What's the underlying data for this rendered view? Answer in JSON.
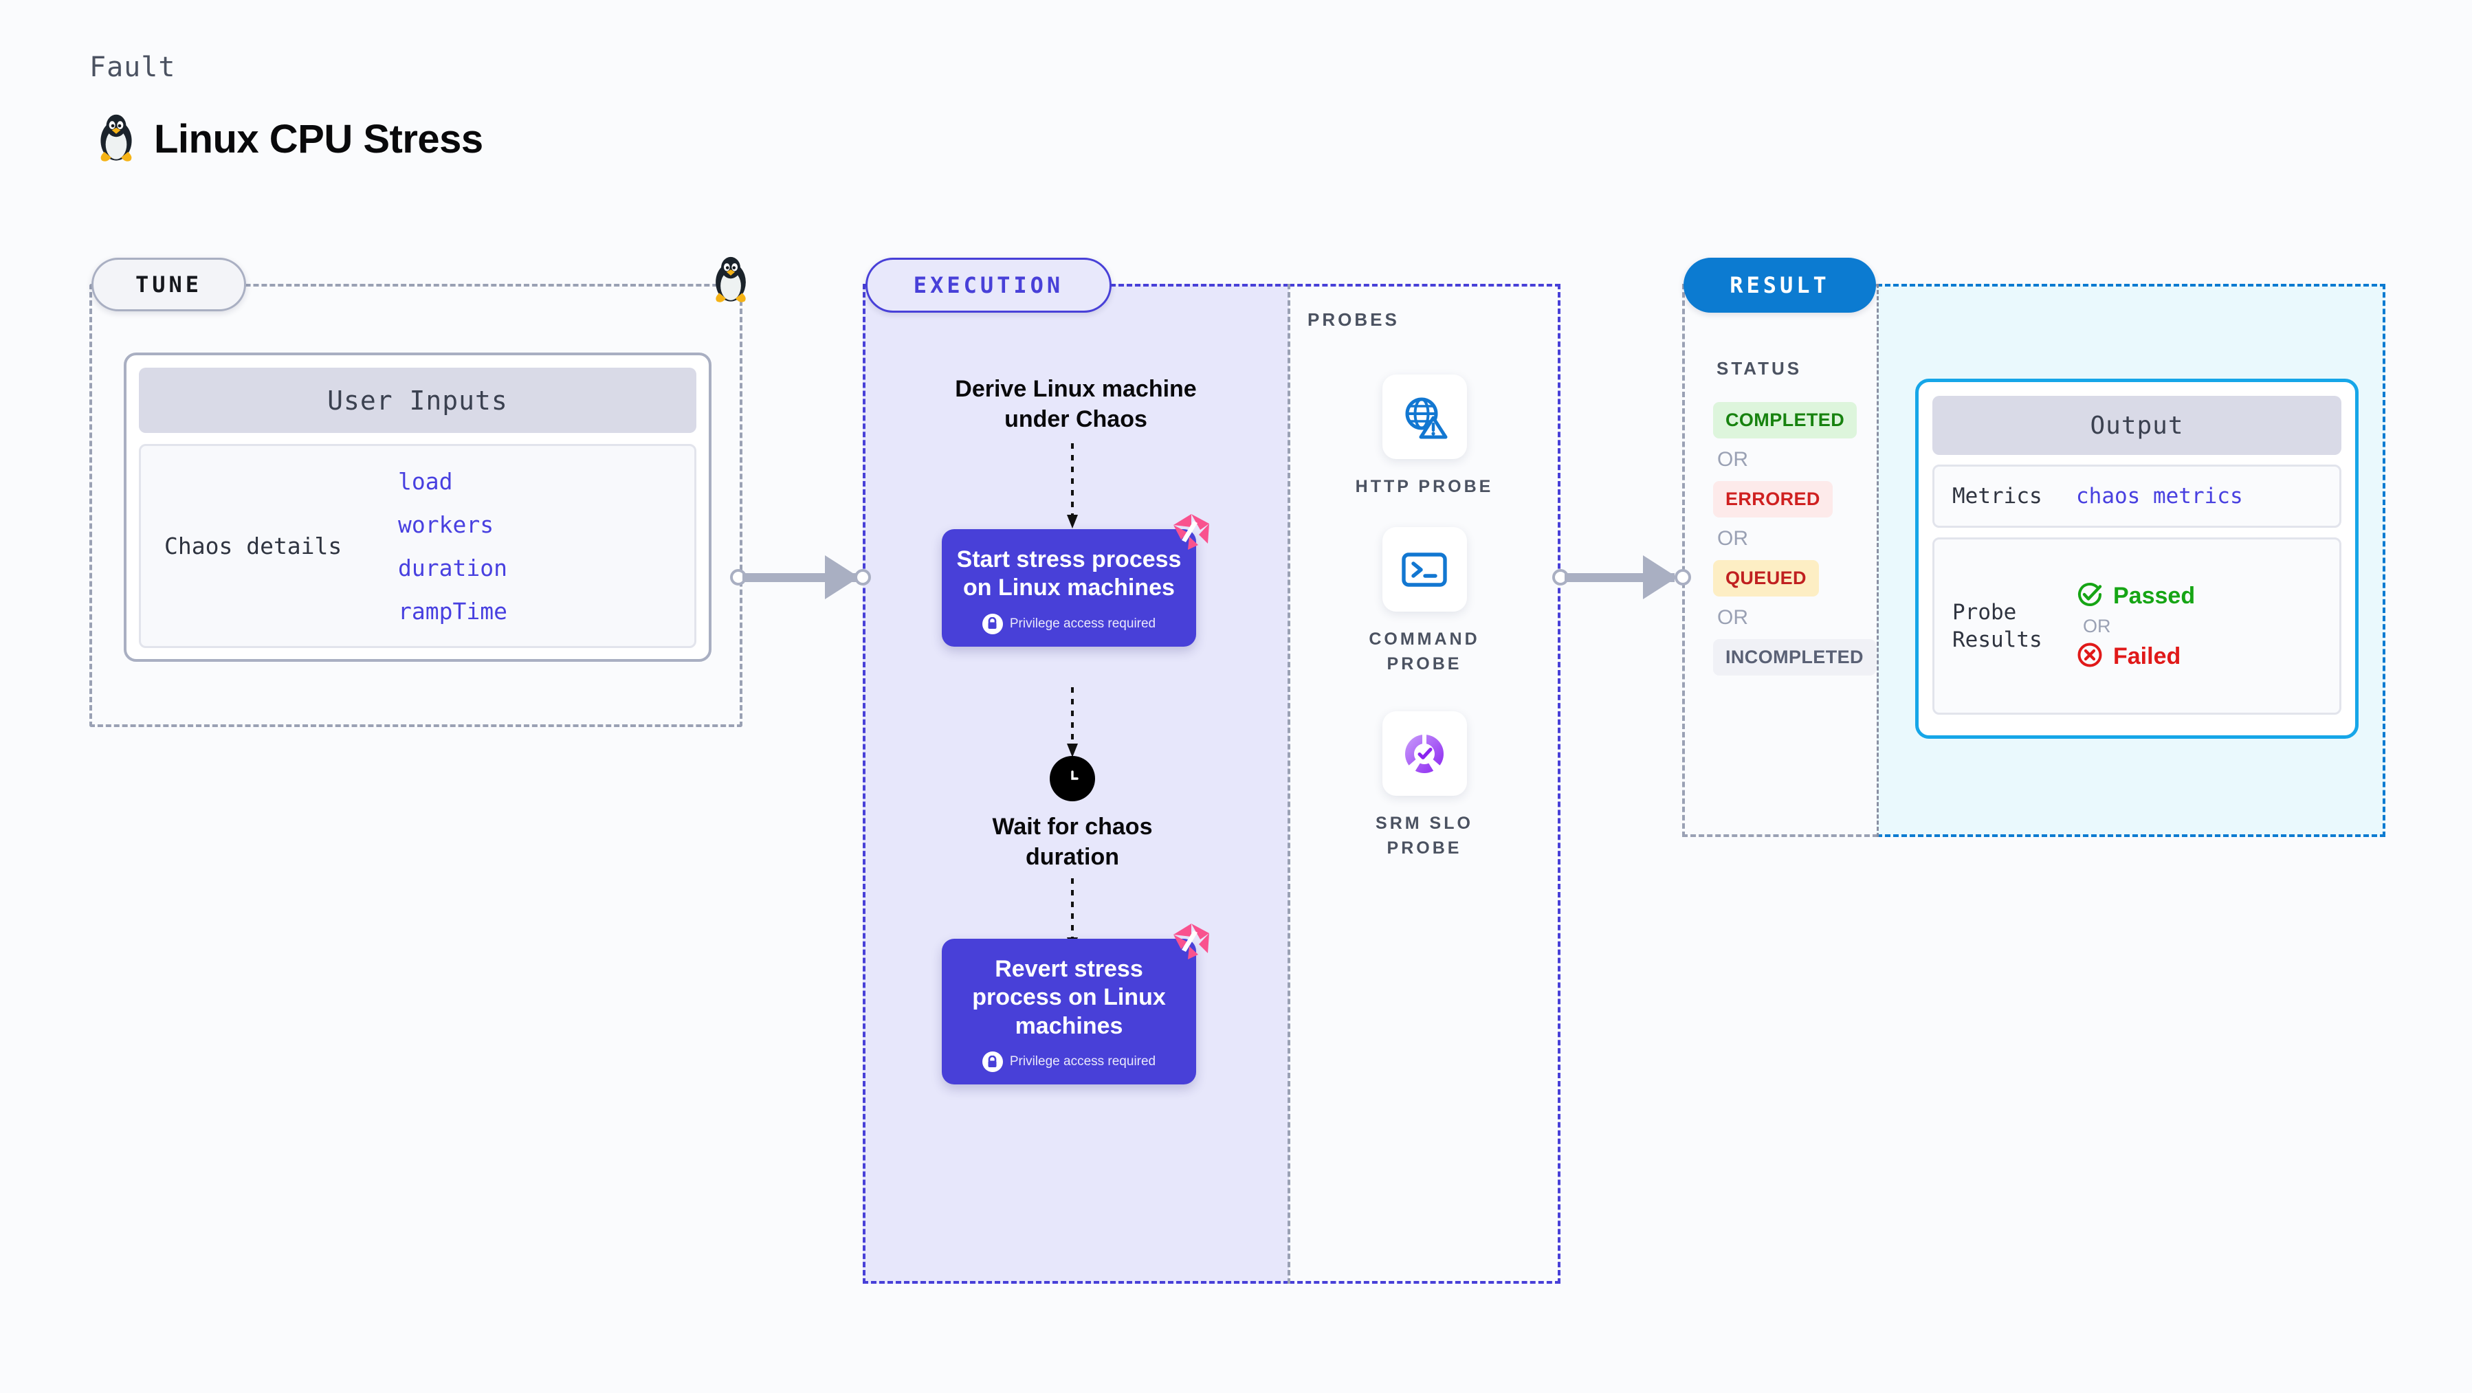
{
  "header": {
    "kicker": "Fault",
    "title": "Linux CPU Stress",
    "icon": "tux-penguin-icon"
  },
  "tune": {
    "badge": "TUNE",
    "icon": "tux-penguin-icon",
    "card": {
      "header": "User Inputs",
      "label": "Chaos details",
      "params": [
        "load",
        "workers",
        "duration",
        "rampTime"
      ]
    }
  },
  "execution": {
    "badge": "EXECUTION",
    "derive_step": "Derive Linux machine under Chaos",
    "steps": [
      {
        "title": "Start stress process on Linux machines",
        "note": "Privilege access required",
        "note_icon": "lock-icon",
        "corner_icon": "harness-logo-icon"
      },
      {
        "title": "Revert stress process on Linux machines",
        "note": "Privilege access required",
        "note_icon": "lock-icon",
        "corner_icon": "harness-logo-icon"
      }
    ],
    "wait": {
      "icon": "clock-icon",
      "label": "Wait for chaos duration"
    }
  },
  "probes": {
    "label": "PROBES",
    "items": [
      {
        "name": "HTTP PROBE",
        "icon": "globe-warning-icon"
      },
      {
        "name": "COMMAND PROBE",
        "icon": "terminal-icon"
      },
      {
        "name": "SRM SLO PROBE",
        "icon": "slo-donut-check-icon"
      }
    ]
  },
  "result": {
    "badge": "RESULT",
    "status_label": "STATUS",
    "or_label": "OR",
    "statuses": [
      {
        "text": "COMPLETED",
        "color": "#17820f",
        "bg": "#ddf5dc"
      },
      {
        "text": "ERRORED",
        "color": "#cf2020",
        "bg": "#fdeaea"
      },
      {
        "text": "QUEUED",
        "color": "#c02020",
        "bg": "#fdeec4"
      },
      {
        "text": "INCOMPLETED",
        "color": "#5a6175",
        "bg": "#f0f1f6"
      }
    ],
    "output": {
      "header": "Output",
      "metrics_key": "Metrics",
      "metrics_value": "chaos metrics",
      "probe_key": "Probe Results",
      "passed": {
        "text": "Passed",
        "color": "#16a515",
        "icon": "check-circle-icon"
      },
      "or_label": "OR",
      "failed": {
        "text": "Failed",
        "color": "#e01919",
        "icon": "x-circle-icon"
      }
    }
  },
  "colors": {
    "accent_purple": "#4840d8",
    "accent_blue": "#0c7bd1",
    "accent_cyan": "#16a6e8",
    "harness_pink": "#f9528e",
    "canvas": "#fafbfd"
  }
}
